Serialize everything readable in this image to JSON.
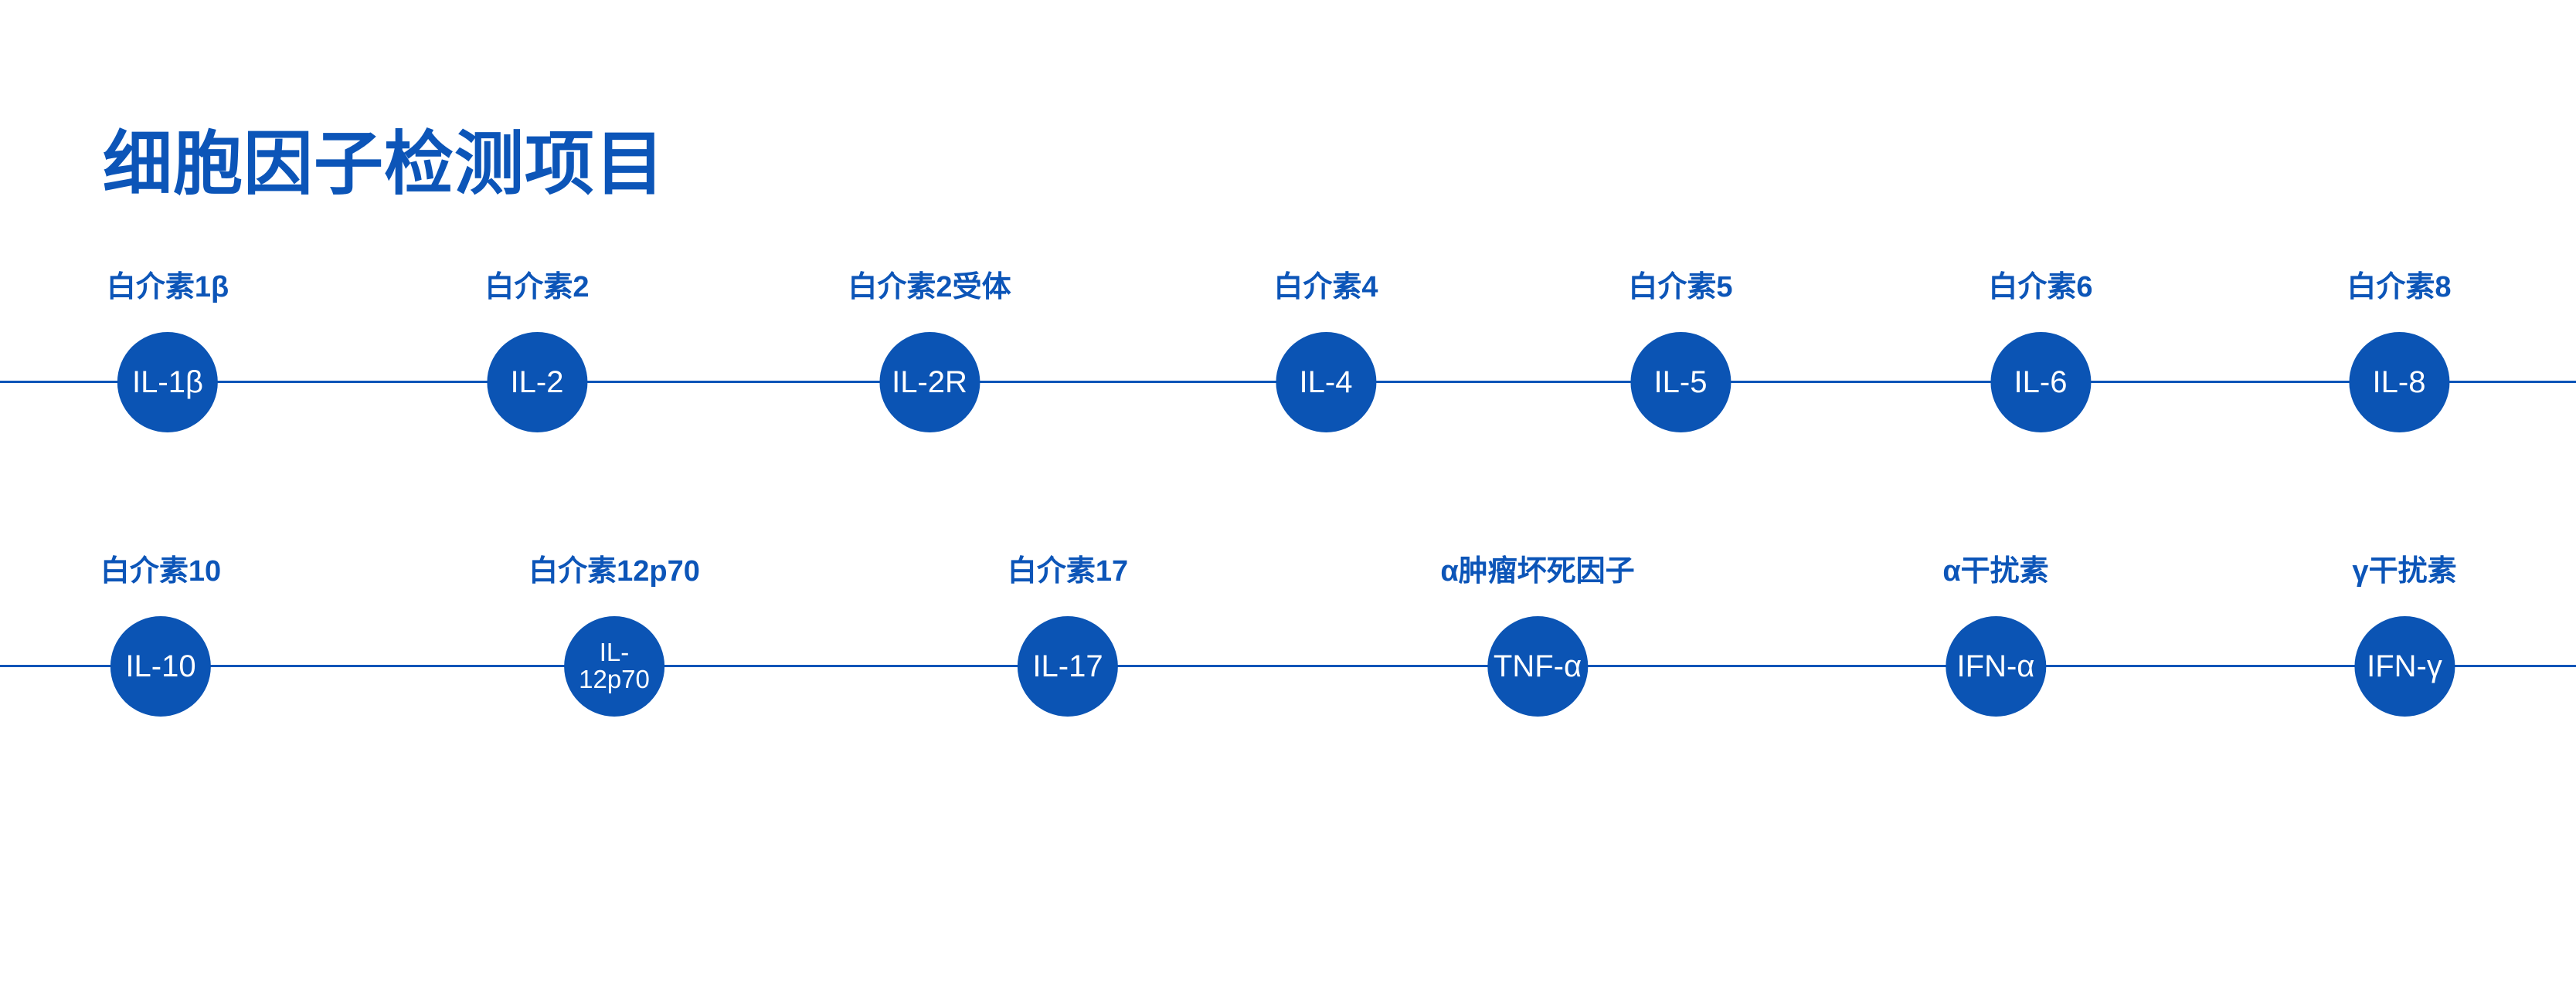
{
  "page": {
    "title": "细胞因子检测项目",
    "accent_color": "#0c55b8",
    "circle_fill_color": "#0b54b4",
    "circle_text_color": "#ffffff",
    "background_color": "#ffffff"
  },
  "rows": [
    {
      "items": [
        {
          "label": "白介素1β",
          "abbr": "IL-1β"
        },
        {
          "label": "白介素2",
          "abbr": "IL-2"
        },
        {
          "label": "白介素2受体",
          "abbr": "IL-2R"
        },
        {
          "label": "白介素4",
          "abbr": "IL-4"
        },
        {
          "label": "白介素5",
          "abbr": "IL-5"
        },
        {
          "label": "白介素6",
          "abbr": "IL-6"
        },
        {
          "label": "白介素8",
          "abbr": "IL-8"
        }
      ]
    },
    {
      "items": [
        {
          "label": "白介素10",
          "abbr": "IL-10"
        },
        {
          "label": "白介素12p70",
          "abbr": "IL-12p70"
        },
        {
          "label": "白介素17",
          "abbr": "IL-17"
        },
        {
          "label": "α肿瘤坏死因子",
          "abbr": "TNF-α"
        },
        {
          "label": "α干扰素",
          "abbr": "IFN-α"
        },
        {
          "label": "γ干扰素",
          "abbr": "IFN-γ"
        }
      ]
    }
  ]
}
